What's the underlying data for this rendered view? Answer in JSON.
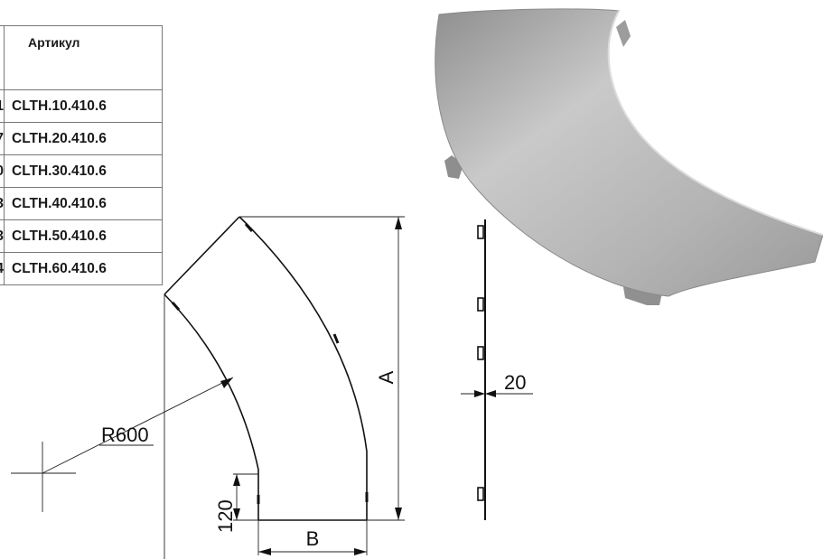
{
  "table": {
    "header": {
      "col0": "",
      "col1": "Артикул"
    },
    "rows": [
      {
        "col0": "1",
        "col1": "CLTH.10.410.6"
      },
      {
        "col0": "7",
        "col1": "CLTH.20.410.6"
      },
      {
        "col0": "0",
        "col1": "CLTH.30.410.6"
      },
      {
        "col0": "3",
        "col1": "CLTH.40.410.6"
      },
      {
        "col0": "3",
        "col1": "CLTH.50.410.6"
      },
      {
        "col0": "4",
        "col1": "CLTH.60.410.6"
      }
    ]
  },
  "drawing": {
    "radius_label": "R600",
    "height_label": "A",
    "width_label": "B",
    "offset_label": "120",
    "thickness_label": "20"
  }
}
